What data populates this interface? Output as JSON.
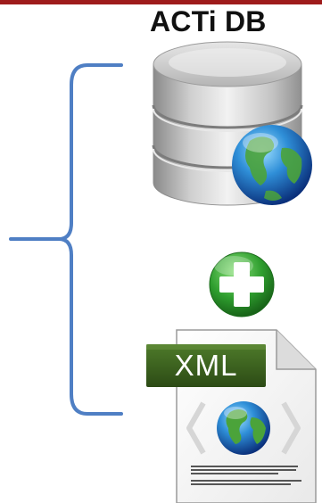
{
  "title": "ACTi DB",
  "xml_label": "XML",
  "icons": {
    "database": "database-icon",
    "globe": "globe-icon",
    "plus": "plus-icon",
    "xml_document": "xml-document-icon",
    "brace": "curly-brace"
  },
  "colors": {
    "accent_bar": "#9e1b1b",
    "brace": "#4f7fc4",
    "plus_green": "#2f9e2f",
    "xml_badge": "#3a5f1e"
  }
}
